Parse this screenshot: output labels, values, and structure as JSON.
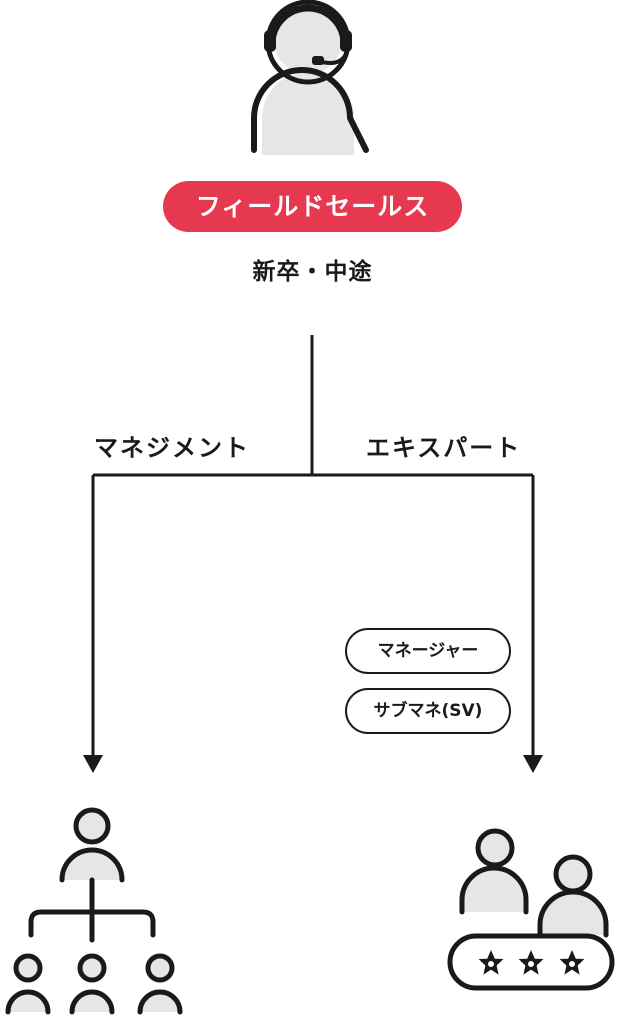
{
  "role": {
    "label": "フィールドセールス",
    "color": "#e63950"
  },
  "hire_type": "新卒・中途",
  "branches": {
    "management": {
      "label": "マネジメント"
    },
    "expert": {
      "label": "エキスパート",
      "positions": [
        "マネージャー",
        "サブマネ(SV)"
      ]
    }
  },
  "icons": {
    "top": "headset-person-icon",
    "left": "org-chart-icon",
    "right": "rated-team-icon"
  },
  "colors": {
    "line": "#1a1a1a",
    "fill": "#e6e6e8",
    "accent": "#e63950"
  }
}
